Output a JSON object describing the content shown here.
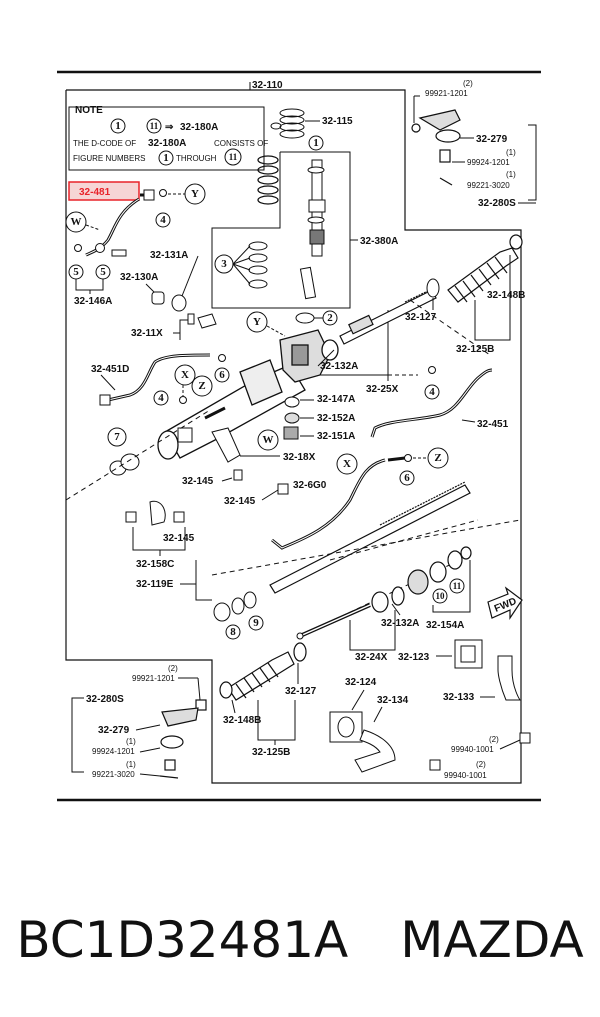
{
  "note": {
    "title": "NOTE",
    "line1_ref": "32-180A",
    "line2_a": "THE D-CODE OF",
    "line2_b": "32-180A",
    "line2_c": "CONSISTS OF",
    "line3_a": "FIGURE NUMBERS",
    "line3_b": "THROUGH",
    "c1": "1",
    "c11": "11",
    "arrow": "⇒"
  },
  "labels": {
    "top": "32-110",
    "p115": "32-115",
    "p481": "32-481",
    "p380a": "32-380A",
    "p131a": "32-131A",
    "p130a": "32-130A",
    "p146a": "32-146A",
    "p11x": "32-11X",
    "p451d": "32-451D",
    "p132a_top": "32-132A",
    "p25x": "32-25X",
    "p127_top": "32-127",
    "p125b_top": "32-125B",
    "p148b_top": "32-148B",
    "p279_top": "32-279",
    "p280s_top": "32-280S",
    "p147a": "32-147A",
    "p152a": "32-152A",
    "p151a": "32-151A",
    "p451": "32-451",
    "p18x": "32-18X",
    "p145a": "32-145",
    "p145b": "32-145",
    "p145c": "32-145",
    "p6g0": "32-6G0",
    "p158c": "32-158C",
    "p119e": "32-119E",
    "p132a_bot": "32-132A",
    "p154a": "32-154A",
    "p24x": "32-24X",
    "p123": "32-123",
    "p124": "32-124",
    "p127_bot": "32-127",
    "p148b_bot": "32-148B",
    "p125b_bot": "32-125B",
    "p134": "32-134",
    "p133": "32-133",
    "p280s_bot": "32-280S",
    "p279_bot": "32-279",
    "fwd": "FWD"
  },
  "small": {
    "top_q2": "(2)",
    "top_99921": "99921-1201",
    "top_q1a": "(1)",
    "top_99924": "99924-1201",
    "top_q1b": "(1)",
    "top_99221": "99221-3020",
    "bot_q2": "(2)",
    "bot_99921": "99921-1201",
    "bot_q1a": "(1)",
    "bot_99924": "99924-1201",
    "bot_q1b": "(1)",
    "bot_99221": "99221-3020",
    "r_q2a": "(2)",
    "r_99940a": "99940-1001",
    "r_q2b": "(2)",
    "r_99940b": "99940-1001"
  },
  "callouts": {
    "c1": "1",
    "c2": "2",
    "c3": "3",
    "c4a": "4",
    "c4b": "4",
    "c4c": "4",
    "c5a": "5",
    "c5b": "5",
    "c6a": "6",
    "c6b": "6",
    "c7": "7",
    "c8": "8",
    "c9": "9",
    "c10": "10",
    "c11": "11",
    "cW1": "W",
    "cW2": "W",
    "cX1": "X",
    "cX2": "X",
    "cY1": "Y",
    "cY2": "Y",
    "cZ1": "Z",
    "cZ2": "Z"
  },
  "footer": {
    "part_number": "BC1D32481A",
    "brand": "MAZDA"
  },
  "colors": {
    "highlight": "#e8232a",
    "highlight_fill": "#f6d5d5",
    "ink": "#111111"
  }
}
